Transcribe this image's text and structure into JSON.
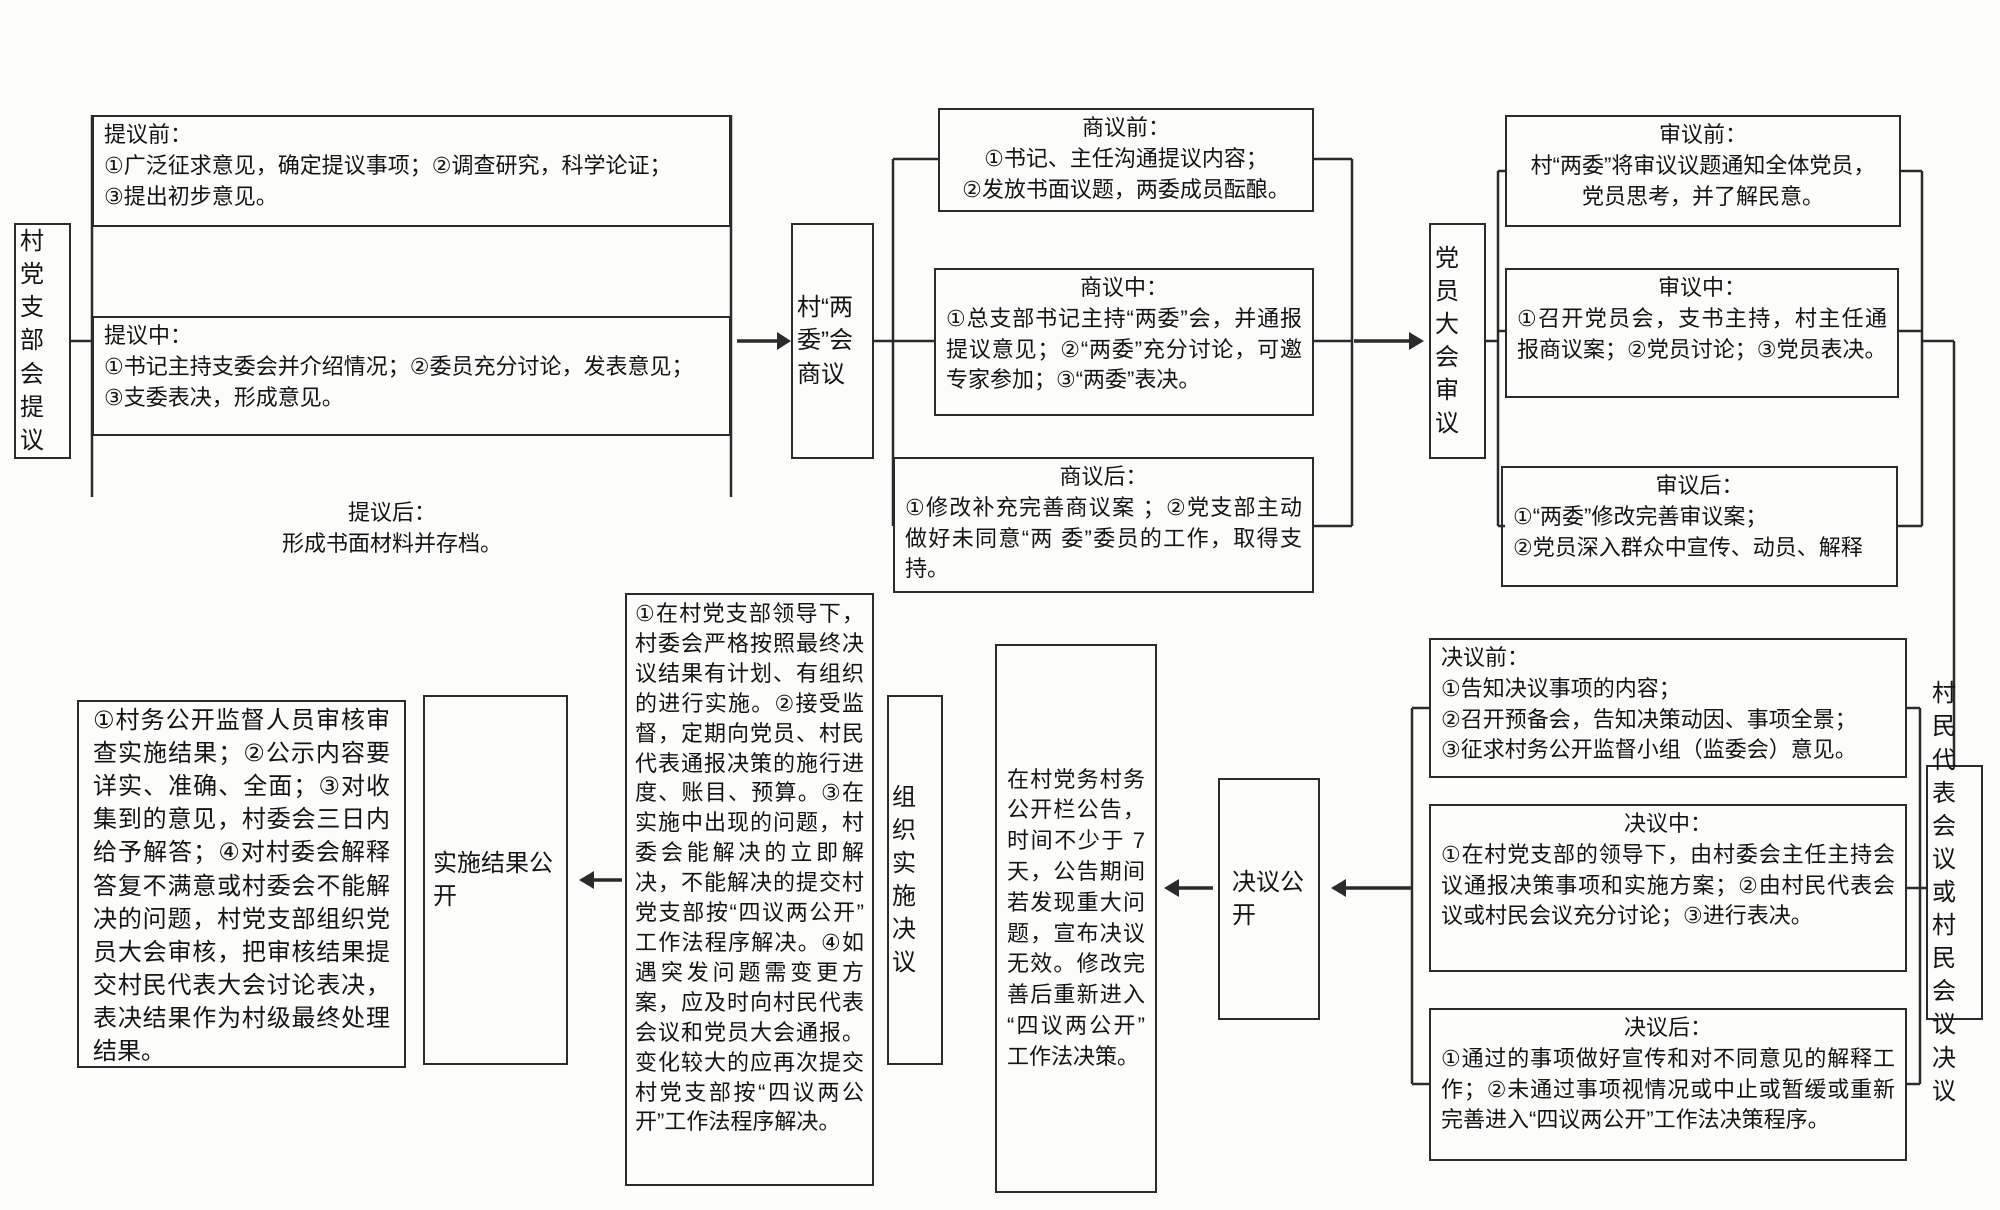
{
  "flow": {
    "proposal": {
      "label": "村党支部会提议",
      "before": {
        "title": "提议前：",
        "lines": [
          "①广泛征求意见，确定提议事项；②调查研究，科学论证；",
          "③提出初步意见。"
        ]
      },
      "during": {
        "title": "提议中：",
        "lines": [
          "①书记主持支委会并介绍情况；②委员充分讨论，发表意见；",
          "③支委表决，形成意见。"
        ]
      },
      "after": {
        "title": "提议后：",
        "lines": [
          "形成书面材料并存档。"
        ]
      }
    },
    "deliberation": {
      "label": "村“两委”会商议",
      "before": {
        "title": "商议前：",
        "lines": [
          "①书记、主任沟通提议内容；",
          "②发放书面议题，两委成员酝酿。"
        ]
      },
      "during": {
        "title": "商议中：",
        "body": "①总支部书记主持“两委”会，并通报提议意见；②“两委”充分讨论，可邀专家参加；③“两委”表决。"
      },
      "after": {
        "title": "商议后：",
        "body": "①修改补充完善商议案 ；②党支部主动做好未同意“两 委”委员的工作，取得支持。"
      }
    },
    "review": {
      "label": "党员大会审议",
      "before": {
        "title": "审议前：",
        "lines": [
          "村“两委”将审议议题通知全体党员，",
          "党员思考，并了解民意。"
        ]
      },
      "during": {
        "title": "审议中：",
        "body": "①召开党员会，支书主持，村主任通报商议案；②党员讨论；③党员表决。"
      },
      "after": {
        "title": "审议后：",
        "lines": [
          "①“两委”修改完善审议案；",
          "②党员深入群众中宣传、动员、解释"
        ]
      }
    },
    "resolution": {
      "label": "村民代表会议或村民会议决议",
      "before": {
        "title": "决议前：",
        "lines": [
          "①告知决议事项的内容；",
          "②召开预备会，告知决策动因、事项全景；",
          "③征求村务公开监督小组（监委会）意见。"
        ]
      },
      "during": {
        "title": "决议中：",
        "body": "①在村党支部的领导下，由村委会主任主持会议通报决策事项和实施方案；②由村民代表会议或村民会议充分讨论；③进行表决。"
      },
      "after": {
        "title": "决议后：",
        "body": "①通过的事项做好宣传和对不同意见的解释工作；②未通过事项视情况或中止或暂缓或重新完善进入“四议两公开”工作法决策程序。"
      }
    },
    "disclosure": {
      "label": "决议公开",
      "notice": "在村党务村务公开栏公告，时间不少于 7 天，公告期间若发现重大问题，宣布决议无效。修改完善后重新进入“四议两公开”工作法决策。"
    },
    "implementation": {
      "label": "组织实施决议",
      "detail": "①在村党支部领导下，村委会严格按照最终决议结果有计划、有组织的进行实施。②接受监督，定期向党员、村民代表通报决策的施行进度、账目、预算。③在实施中出现的问题，村委会能解决的立即解决，不能解决的提交村党支部按“四议两公开”工作法程序解决。④如遇突发问题需变更方案，应及时向村民代表会议和党员大会通报。变化较大的应再次提交村党支部按“四议两公开”工作法程序解决。"
    },
    "result_disclosure": {
      "label": "实施结果公开",
      "review": "①村务公开监督人员审核审查实施结果；②公示内容要详实、准确、全面；③对收集到的意见，村委会三日内给予解答；④对村委会解释答复不满意或村委会不能解决的问题，村党支部组织党员大会审核，把审核结果提交村民代表大会讨论表决，表决结果作为村级最终处理结果。"
    }
  },
  "icons": {
    "arrow_right": "→",
    "arrow_left": "←"
  },
  "colors": {
    "line": "#2b2b2b",
    "background": "#fcfcfa",
    "text": "#141414"
  }
}
